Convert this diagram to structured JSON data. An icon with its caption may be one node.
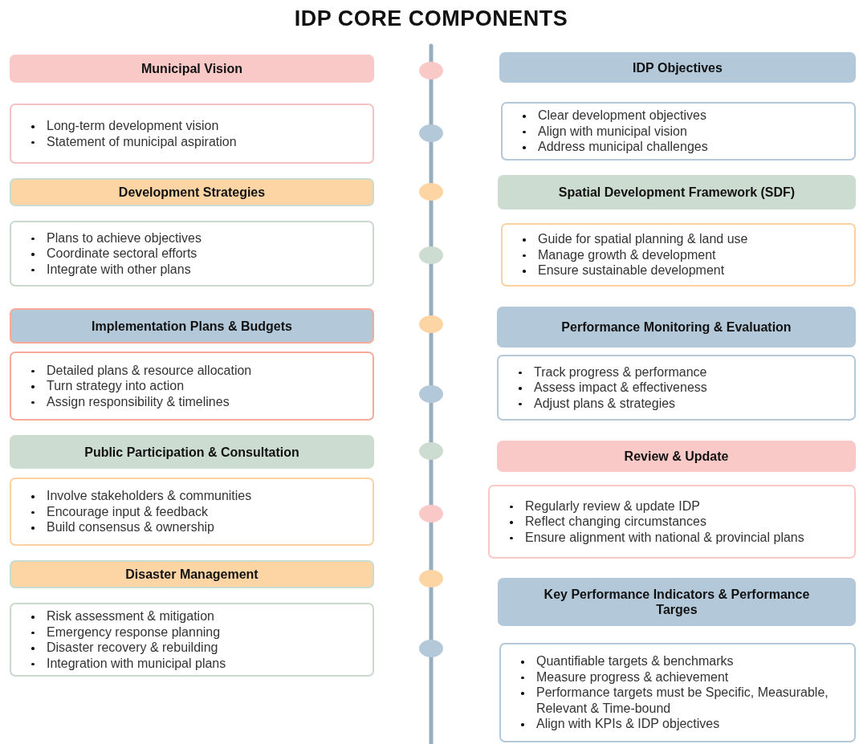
{
  "diagram": {
    "title": "IDP CORE COMPONENTS",
    "nodes": [
      {
        "text": [
          "Municipal  Vision"
        ]
      },
      {
        "text": [
          "Long-term development vision",
          "Statement of municipal aspiration"
        ]
      },
      {
        "text": [
          "Development Strategies"
        ]
      },
      {
        "text": [
          "Plans to achieve objectives",
          "Coordinate sectoral efforts",
          "Integrate with other plans"
        ]
      },
      {
        "text": [
          "Implementation Plans & Budgets"
        ]
      },
      {
        "text": [
          "Detailed plans & resource allocation",
          "Turn strategy into action",
          "Assign responsibility & timelines"
        ]
      },
      {
        "text": [
          "Public Participation & Consultation"
        ]
      },
      {
        "text": [
          "Involve stakeholders & communities",
          "Encourage input & feedback",
          "Build consensus & ownership"
        ]
      },
      {
        "text": [
          "Disaster Management"
        ]
      },
      {
        "text": [
          "Risk assessment & mitigation",
          "Emergency response planning",
          "Disaster recovery & rebuilding",
          "Integration with municipal plans"
        ]
      },
      {
        "text": [
          "IDP Objectives"
        ]
      },
      {
        "text": [
          "Clear development objectives",
          "Align with municipal vision",
          "Address municipal challenges"
        ]
      },
      {
        "text": [
          "Spatial Development Framework (SDF)"
        ]
      },
      {
        "text": [
          "Guide for spatial planning & land use",
          "Manage growth & development",
          "Ensure sustainable development"
        ]
      },
      {
        "text": [
          "Performance Monitoring & Evaluation"
        ]
      },
      {
        "text": [
          "Track progress & performance",
          "Assess impact & effectiveness",
          "Adjust plans & strategies"
        ]
      },
      {
        "text": [
          "Review & Update"
        ]
      },
      {
        "text": [
          "Regularly review & update IDP",
          "Reflect changing circumstances",
          "Ensure alignment with national & provincial plans"
        ]
      },
      {
        "text": [
          "Key Performance Indicators & Performance Targes"
        ]
      },
      {
        "text": [
          "Quantifiable targets & benchmarks",
          "Measure progress & achievement",
          "Performance targets must be Specific, Measurable, Relevant & Time-bound",
          "Align with KPIs & IDP objectives"
        ]
      }
    ]
  }
}
